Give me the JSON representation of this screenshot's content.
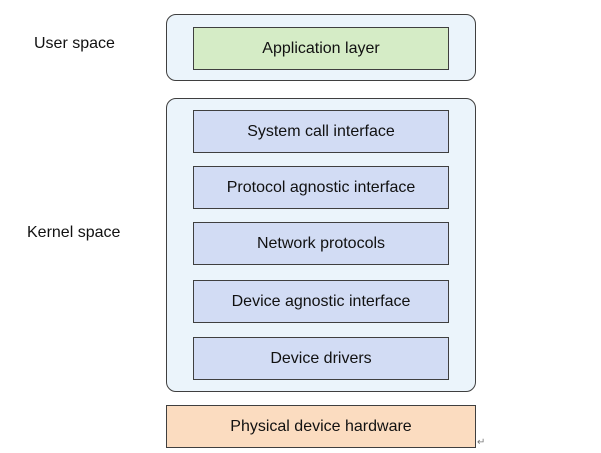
{
  "labels": {
    "user_space": "User space",
    "kernel_space": "Kernel space"
  },
  "layers": {
    "application": "Application layer",
    "system_call_interface": "System call interface",
    "protocol_agnostic_interface": "Protocol agnostic interface",
    "network_protocols": "Network protocols",
    "device_agnostic_interface": "Device agnostic interface",
    "device_drivers": "Device drivers",
    "physical_device_hardware": "Physical device hardware"
  },
  "colors": {
    "group_background": "#ebf4fb",
    "application_fill": "#d5ecc6",
    "kernel_layer_fill": "#d2dcf4",
    "hardware_fill": "#fbdcc0",
    "border": "#3f3f3f"
  },
  "return_mark": "↵"
}
